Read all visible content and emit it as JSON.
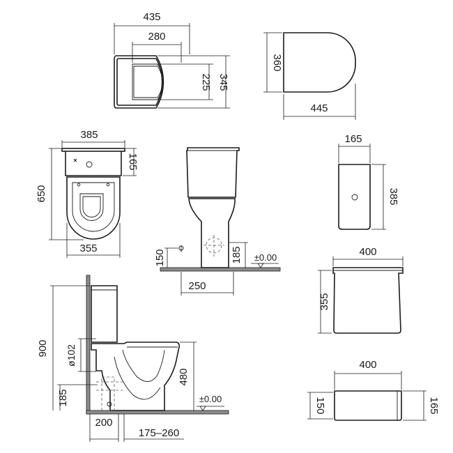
{
  "dimensions": {
    "seat_total_length": "435",
    "seat_inner_length": "280",
    "seat_inner_width": "225",
    "seat_total_width": "345",
    "lid_depth": "360",
    "lid_length": "445",
    "pan_width": "385",
    "cistern_depth_top": "165",
    "pan_length": "650",
    "pan_base_length": "355",
    "front_waste_height": "150",
    "front_inlet_height": "185",
    "front_floor_level": "±0.00",
    "front_fixing_spacing": "250",
    "cistern_top_depth": "165",
    "cistern_top_width": "385",
    "cistern_front_width": "400",
    "cistern_front_height": "355",
    "cistern_side_width": "400",
    "cistern_side_height_left": "150",
    "cistern_side_height_right": "165",
    "side_total_height": "900",
    "side_pipe_diameter": "ø102",
    "side_rim_height": "480",
    "side_inlet_height": "185",
    "side_floor_level": "±0.00",
    "side_wall_offset": "200",
    "side_outlet_range": "175–260"
  },
  "colors": {
    "line": "#1a1a1a",
    "floor_fill": "#8c8c8c"
  }
}
